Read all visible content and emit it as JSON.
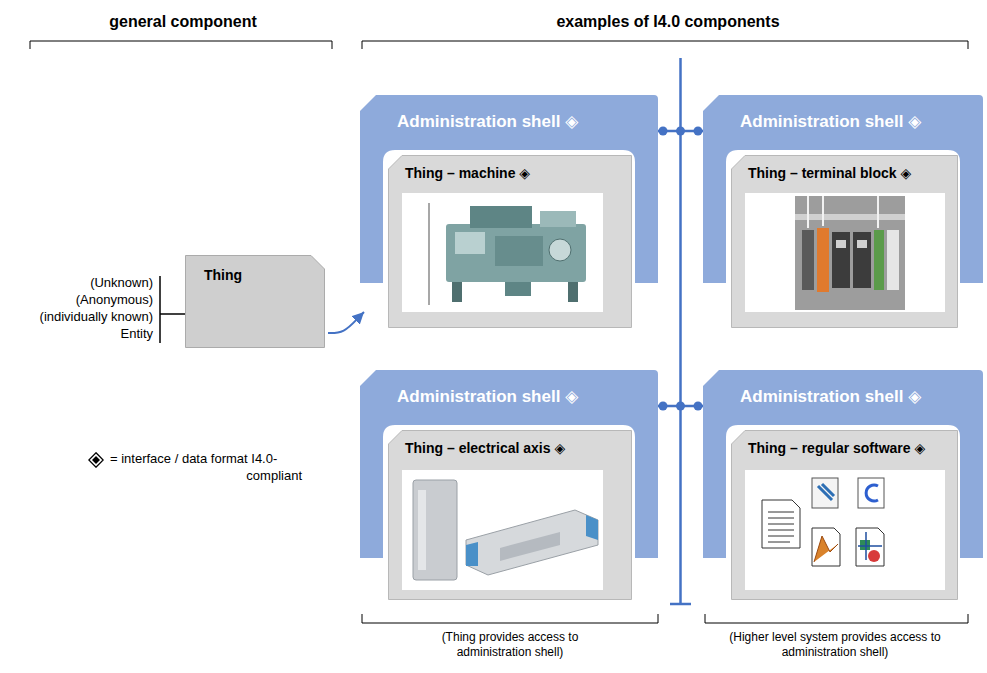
{
  "diagram": {
    "nodes": [
      {
        "text": [
          "Thing"
        ]
      },
      {
        "text": [
          "Administration shell ◈"
        ]
      },
      {
        "text": [
          "Thing – machine ◈"
        ],
        "in": 1
      },
      {
        "text": [
          "Administration shell ◈"
        ]
      },
      {
        "text": [
          "Thing – terminal block ◈"
        ],
        "in": 3
      },
      {
        "text": [
          "Administration shell ◈"
        ]
      },
      {
        "text": [
          "Thing – electrical axis ◈"
        ],
        "in": 5
      },
      {
        "text": [
          "Administration shell ◈"
        ]
      },
      {
        "text": [
          "Thing – regular software ◈"
        ],
        "in": 7
      }
    ],
    "edges": [
      {
        "from": 0,
        "to": 1,
        "arrow": "to"
      },
      {
        "from": 1,
        "to": 3,
        "arrow": "none"
      },
      {
        "from": 5,
        "to": 7,
        "arrow": "none"
      }
    ],
    "labels": [
      "general component",
      "examples of I4.0 components",
      "(Unknown)",
      "(Anonymous)",
      "(individually known)",
      "Entity",
      "(Thing provides access to administration shell)",
      "(Higher level system provides access to administration shell)"
    ],
    "legend": [
      {
        "text": "= interface / data format I4.0-compliant"
      }
    ]
  }
}
